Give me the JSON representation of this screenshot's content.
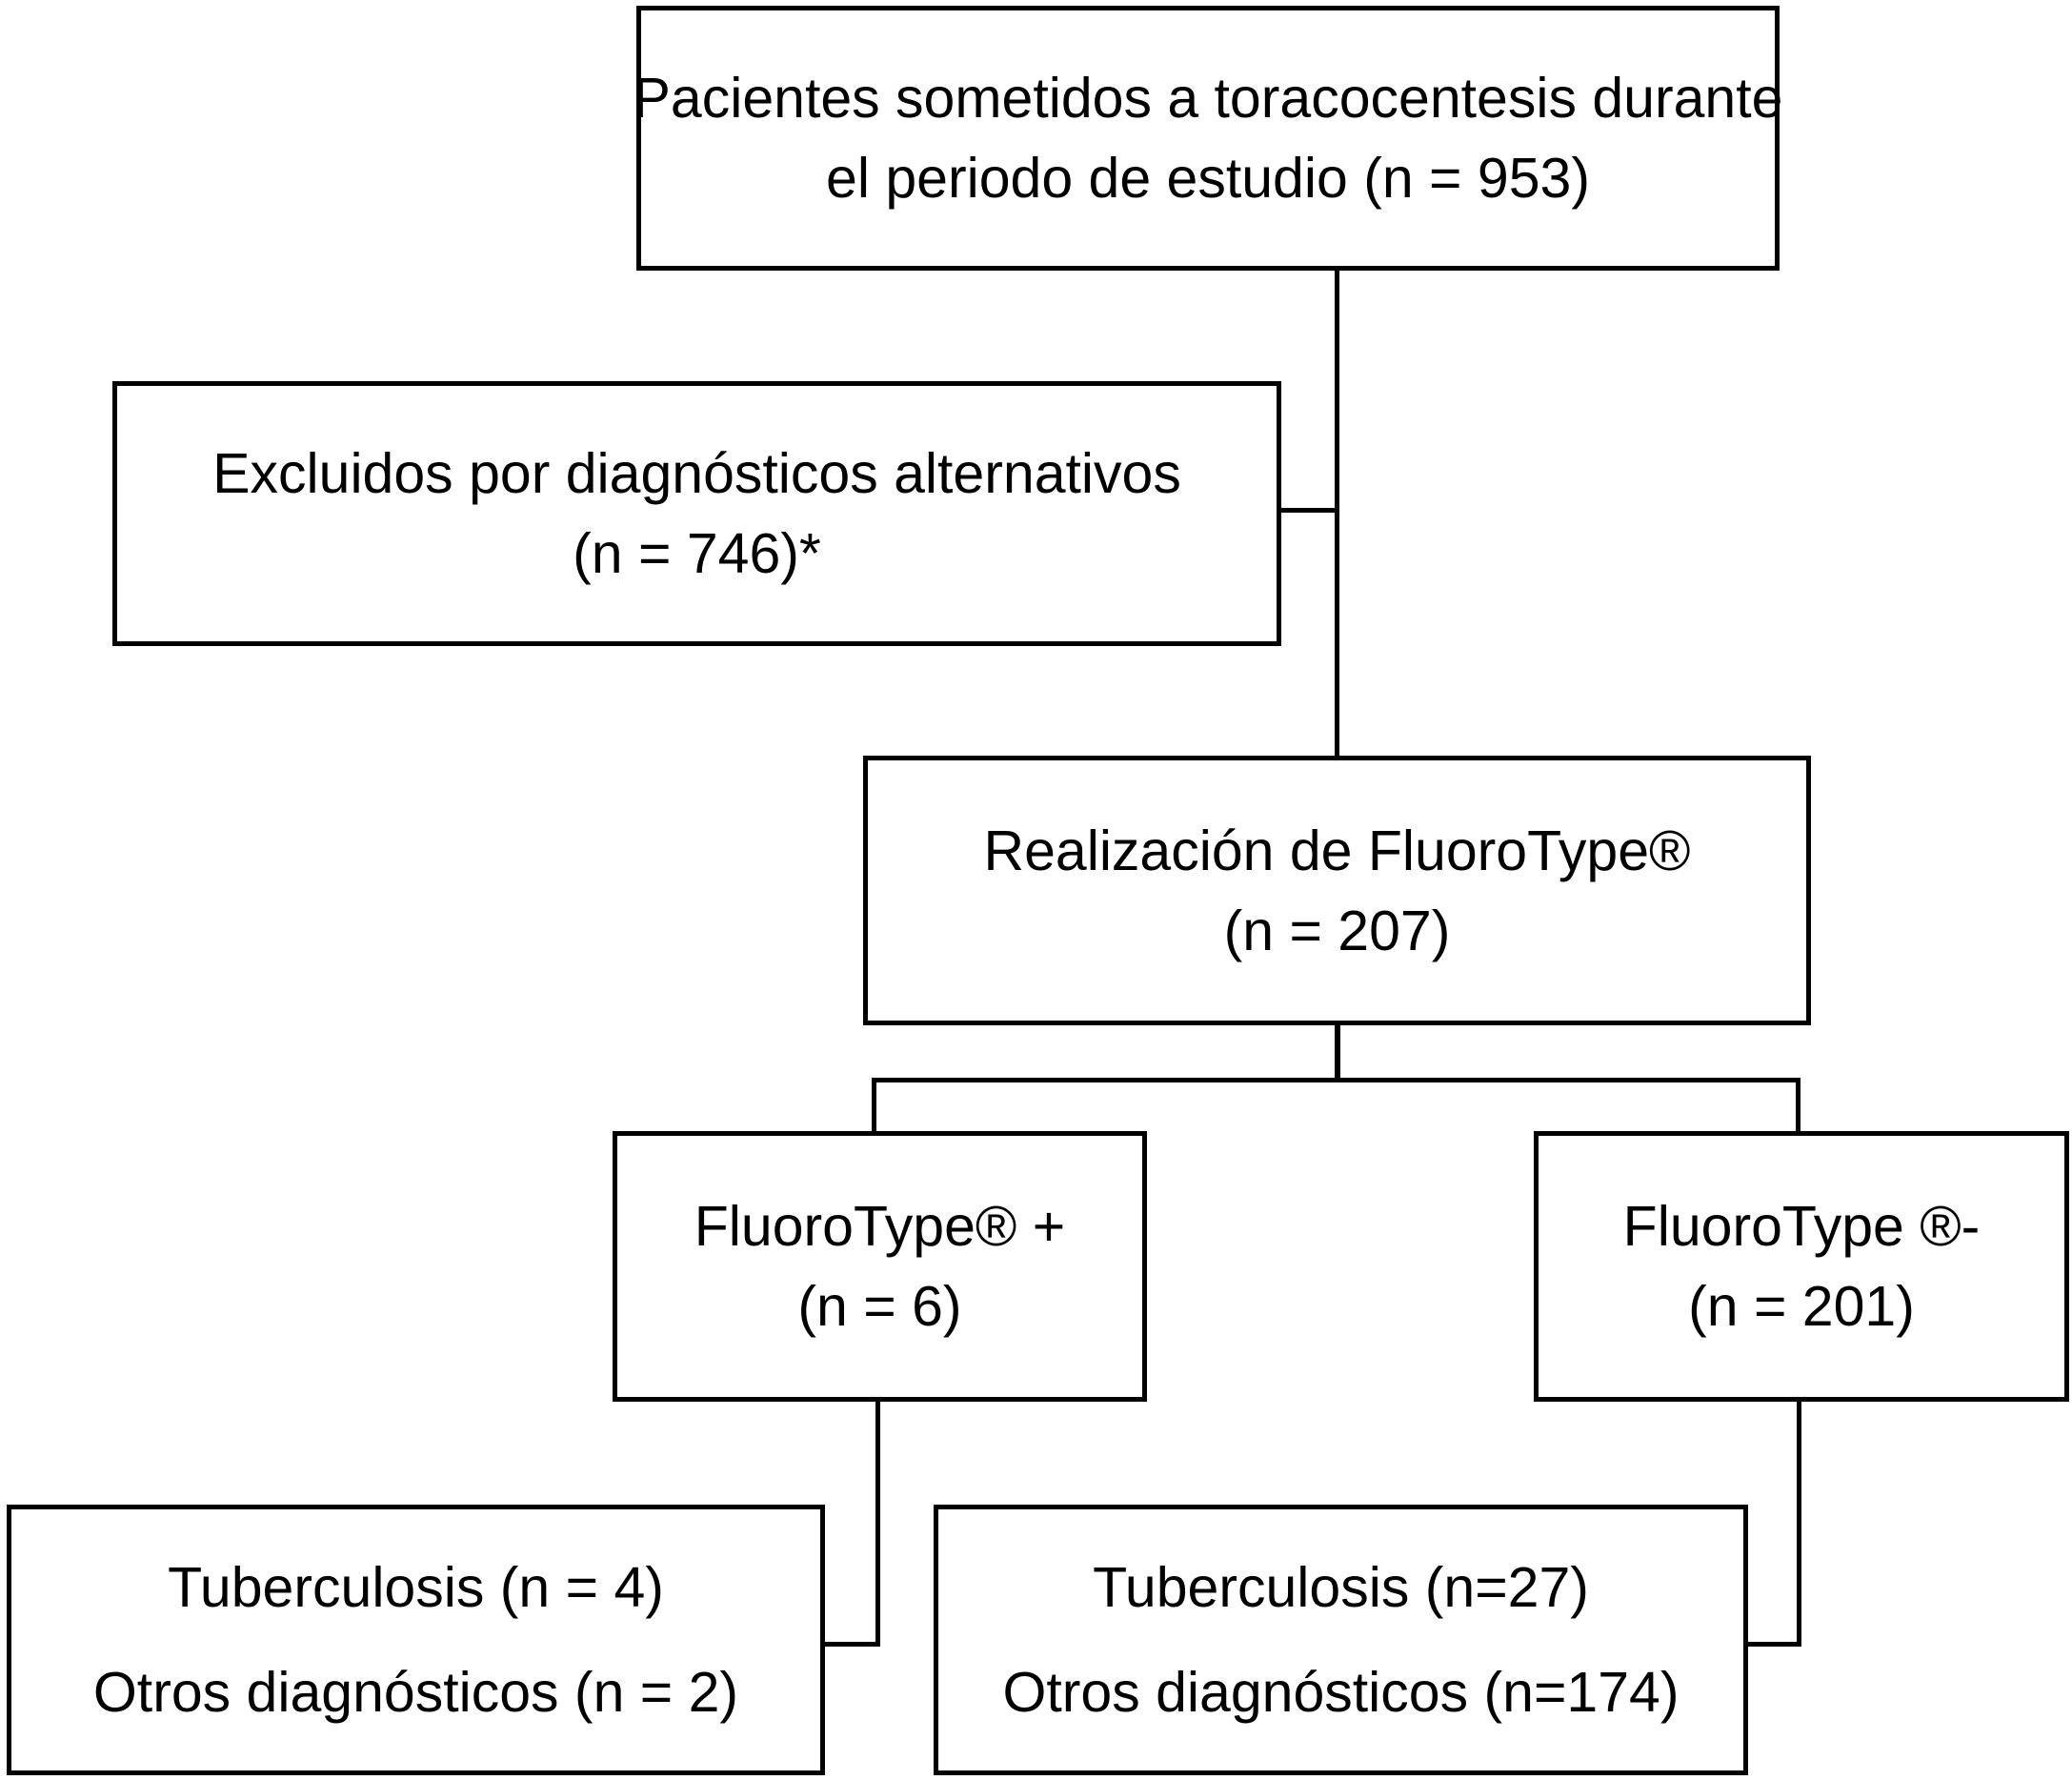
{
  "nodes": {
    "total": {
      "line1": "Pacientes sometidos a toracocentesis durante",
      "line2": "el periodo de estudio (n = 953)"
    },
    "excluded": {
      "line1": "Excluidos por diagnósticos alternativos",
      "line2": "(n = 746)*"
    },
    "fluorotype": {
      "line1": "Realización de FluoroType®",
      "line2": "(n = 207)"
    },
    "positive": {
      "line1": "FluoroType® +",
      "line2": "(n = 6)"
    },
    "negative": {
      "line1": "FluoroType ®-",
      "line2": "(n = 201)"
    },
    "positive_outcome": {
      "line1": "Tuberculosis (n = 4)",
      "line2": "Otros diagnósticos (n = 2)"
    },
    "negative_outcome": {
      "line1": "Tuberculosis (n=27)",
      "line2": "Otros diagnósticos (n=174)"
    }
  },
  "colors": {
    "stroke": "#000000",
    "background": "#ffffff"
  }
}
